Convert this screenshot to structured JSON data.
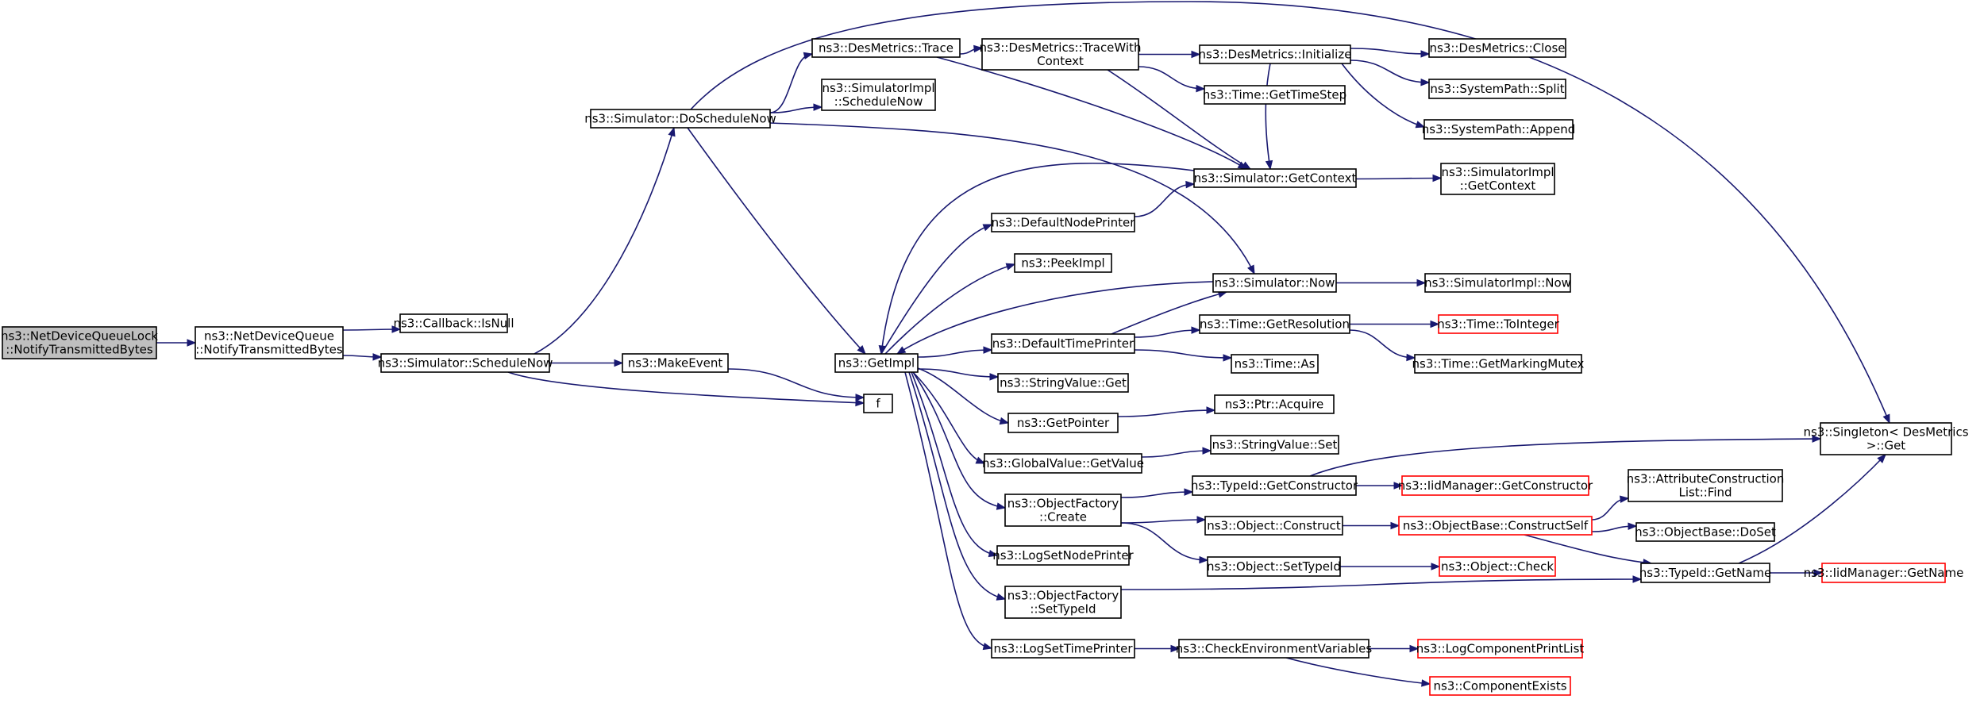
{
  "colors": {
    "edge": "#191970",
    "root_fill": "#bfbfbf",
    "truncated_border": "#ff0000",
    "border": "#000000",
    "background": "#ffffff"
  },
  "nodes": {
    "n_root": {
      "lines": [
        "ns3::NetDeviceQueueLock",
        "::NotifyTransmittedBytes"
      ],
      "style": "root"
    },
    "n_ndq": {
      "lines": [
        "ns3::NetDeviceQueue",
        "::NotifyTransmittedBytes"
      ],
      "style": "normal"
    },
    "n_cbnull": {
      "lines": [
        "ns3::Callback::IsNull"
      ],
      "style": "normal"
    },
    "n_schednow": {
      "lines": [
        "ns3::Simulator::ScheduleNow"
      ],
      "style": "normal"
    },
    "n_dosched": {
      "lines": [
        "ns3::Simulator::DoScheduleNow"
      ],
      "style": "normal"
    },
    "n_makeevent": {
      "lines": [
        "ns3::MakeEvent"
      ],
      "style": "normal"
    },
    "n_f": {
      "lines": [
        "f"
      ],
      "style": "normal"
    },
    "n_trace": {
      "lines": [
        "ns3::DesMetrics::Trace"
      ],
      "style": "normal"
    },
    "n_simimpl_sched": {
      "lines": [
        "ns3::SimulatorImpl",
        "::ScheduleNow"
      ],
      "style": "normal"
    },
    "n_twc": {
      "lines": [
        "ns3::DesMetrics::TraceWith",
        "Context"
      ],
      "style": "normal"
    },
    "n_init": {
      "lines": [
        "ns3::DesMetrics::Initialize"
      ],
      "style": "normal"
    },
    "n_close": {
      "lines": [
        "ns3::DesMetrics::Close"
      ],
      "style": "normal"
    },
    "n_split": {
      "lines": [
        "ns3::SystemPath::Split"
      ],
      "style": "normal"
    },
    "n_append": {
      "lines": [
        "ns3::SystemPath::Append"
      ],
      "style": "normal"
    },
    "n_gettimestep": {
      "lines": [
        "ns3::Time::GetTimeStep"
      ],
      "style": "normal"
    },
    "n_getctx": {
      "lines": [
        "ns3::Simulator::GetContext"
      ],
      "style": "normal"
    },
    "n_simimpl_ctx": {
      "lines": [
        "ns3::SimulatorImpl",
        "::GetContext"
      ],
      "style": "normal"
    },
    "n_getimpl": {
      "lines": [
        "ns3::GetImpl"
      ],
      "style": "normal"
    },
    "n_defnode": {
      "lines": [
        "ns3::DefaultNodePrinter"
      ],
      "style": "normal"
    },
    "n_peek": {
      "lines": [
        "ns3::PeekImpl"
      ],
      "style": "normal"
    },
    "n_simnow": {
      "lines": [
        "ns3::Simulator::Now"
      ],
      "style": "normal"
    },
    "n_simimplnow": {
      "lines": [
        "ns3::SimulatorImpl::Now"
      ],
      "style": "normal"
    },
    "n_deftime": {
      "lines": [
        "ns3::DefaultTimePrinter"
      ],
      "style": "normal"
    },
    "n_getres": {
      "lines": [
        "ns3::Time::GetResolution"
      ],
      "style": "normal"
    },
    "n_toint": {
      "lines": [
        "ns3::Time::ToInteger"
      ],
      "style": "red"
    },
    "n_mutex": {
      "lines": [
        "ns3::Time::GetMarkingMutex"
      ],
      "style": "normal"
    },
    "n_timeas": {
      "lines": [
        "ns3::Time::As"
      ],
      "style": "normal"
    },
    "n_strget": {
      "lines": [
        "ns3::StringValue::Get"
      ],
      "style": "normal"
    },
    "n_getptr": {
      "lines": [
        "ns3::GetPointer"
      ],
      "style": "normal"
    },
    "n_acquire": {
      "lines": [
        "ns3::Ptr::Acquire"
      ],
      "style": "normal"
    },
    "n_gvget": {
      "lines": [
        "ns3::GlobalValue::GetValue"
      ],
      "style": "normal"
    },
    "n_strset": {
      "lines": [
        "ns3::StringValue::Set"
      ],
      "style": "normal"
    },
    "n_ofcreate": {
      "lines": [
        "ns3::ObjectFactory",
        "::Create"
      ],
      "style": "normal"
    },
    "n_getctor": {
      "lines": [
        "ns3::TypeId::GetConstructor"
      ],
      "style": "normal"
    },
    "n_iidctor": {
      "lines": [
        "ns3::IidManager::GetConstructor"
      ],
      "style": "red"
    },
    "n_singleton": {
      "lines": [
        "ns3::Singleton< DesMetrics",
        " >::Get"
      ],
      "style": "normal"
    },
    "n_construct": {
      "lines": [
        "ns3::Object::Construct"
      ],
      "style": "normal"
    },
    "n_constructself": {
      "lines": [
        "ns3::ObjectBase::ConstructSelf"
      ],
      "style": "red"
    },
    "n_acfind": {
      "lines": [
        "ns3::AttributeConstruction",
        "List::Find"
      ],
      "style": "normal"
    },
    "n_doset": {
      "lines": [
        "ns3::ObjectBase::DoSet"
      ],
      "style": "normal"
    },
    "n_settypeid": {
      "lines": [
        "ns3::Object::SetTypeId"
      ],
      "style": "normal"
    },
    "n_check": {
      "lines": [
        "ns3::Object::Check"
      ],
      "style": "red"
    },
    "n_lognode": {
      "lines": [
        "ns3::LogSetNodePrinter"
      ],
      "style": "normal"
    },
    "n_ofsettid": {
      "lines": [
        "ns3::ObjectFactory",
        "::SetTypeId"
      ],
      "style": "normal"
    },
    "n_getname": {
      "lines": [
        "ns3::TypeId::GetName"
      ],
      "style": "normal"
    },
    "n_iidname": {
      "lines": [
        "ns3::IidManager::GetName"
      ],
      "style": "red"
    },
    "n_logtime": {
      "lines": [
        "ns3::LogSetTimePrinter"
      ],
      "style": "normal"
    },
    "n_checkenv": {
      "lines": [
        "ns3::CheckEnvironmentVariables"
      ],
      "style": "normal"
    },
    "n_logprint": {
      "lines": [
        "ns3::LogComponentPrintList"
      ],
      "style": "red"
    },
    "n_compexists": {
      "lines": [
        "ns3::ComponentExists"
      ],
      "style": "red"
    }
  },
  "edges": [
    [
      "n_root",
      "n_ndq"
    ],
    [
      "n_ndq",
      "n_cbnull"
    ],
    [
      "n_ndq",
      "n_schednow"
    ],
    [
      "n_schednow",
      "n_dosched"
    ],
    [
      "n_schednow",
      "n_makeevent"
    ],
    [
      "n_schednow",
      "n_f"
    ],
    [
      "n_makeevent",
      "n_f"
    ],
    [
      "n_dosched",
      "n_trace"
    ],
    [
      "n_dosched",
      "n_simimpl_sched"
    ],
    [
      "n_dosched",
      "n_singleton"
    ],
    [
      "n_dosched",
      "n_simnow"
    ],
    [
      "n_dosched",
      "n_getimpl"
    ],
    [
      "n_trace",
      "n_twc"
    ],
    [
      "n_trace",
      "n_getctx"
    ],
    [
      "n_twc",
      "n_init"
    ],
    [
      "n_twc",
      "n_gettimestep"
    ],
    [
      "n_twc",
      "n_getctx"
    ],
    [
      "n_init",
      "n_close"
    ],
    [
      "n_init",
      "n_split"
    ],
    [
      "n_init",
      "n_append"
    ],
    [
      "n_init",
      "n_getctx"
    ],
    [
      "n_getctx",
      "n_simimpl_ctx"
    ],
    [
      "n_getctx",
      "n_getimpl"
    ],
    [
      "n_getimpl",
      "n_defnode"
    ],
    [
      "n_getimpl",
      "n_peek"
    ],
    [
      "n_getimpl",
      "n_deftime"
    ],
    [
      "n_getimpl",
      "n_strget"
    ],
    [
      "n_getimpl",
      "n_getptr"
    ],
    [
      "n_getimpl",
      "n_gvget"
    ],
    [
      "n_getimpl",
      "n_ofcreate"
    ],
    [
      "n_getimpl",
      "n_lognode"
    ],
    [
      "n_getimpl",
      "n_ofsettid"
    ],
    [
      "n_getimpl",
      "n_logtime"
    ],
    [
      "n_defnode",
      "n_getctx"
    ],
    [
      "n_simnow",
      "n_simimplnow"
    ],
    [
      "n_simnow",
      "n_getimpl"
    ],
    [
      "n_deftime",
      "n_simnow"
    ],
    [
      "n_deftime",
      "n_getres"
    ],
    [
      "n_deftime",
      "n_timeas"
    ],
    [
      "n_getres",
      "n_toint"
    ],
    [
      "n_getres",
      "n_mutex"
    ],
    [
      "n_getptr",
      "n_acquire"
    ],
    [
      "n_gvget",
      "n_strset"
    ],
    [
      "n_ofcreate",
      "n_getctor"
    ],
    [
      "n_ofcreate",
      "n_construct"
    ],
    [
      "n_ofcreate",
      "n_settypeid"
    ],
    [
      "n_getctor",
      "n_iidctor"
    ],
    [
      "n_getctor",
      "n_singleton"
    ],
    [
      "n_construct",
      "n_constructself"
    ],
    [
      "n_constructself",
      "n_acfind"
    ],
    [
      "n_constructself",
      "n_doset"
    ],
    [
      "n_constructself",
      "n_getname"
    ],
    [
      "n_settypeid",
      "n_check"
    ],
    [
      "n_ofsettid",
      "n_getname"
    ],
    [
      "n_getname",
      "n_iidname"
    ],
    [
      "n_getname",
      "n_singleton"
    ],
    [
      "n_logtime",
      "n_checkenv"
    ],
    [
      "n_checkenv",
      "n_logprint"
    ],
    [
      "n_checkenv",
      "n_compexists"
    ]
  ]
}
